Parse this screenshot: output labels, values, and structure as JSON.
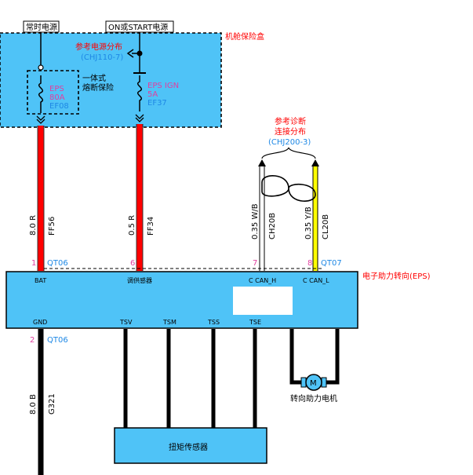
{
  "top_labels": {
    "constant_power": "常时电源",
    "on_start_power": "ON或START电源"
  },
  "fuse_box": {
    "title": "机舱保险盒",
    "ref_note": "参考电源分布",
    "ref_code": "(CHJ110-7)",
    "integrated_fuse_note_1": "一体式",
    "integrated_fuse_note_2": "熔断保险",
    "fuse1": {
      "name": "EPS",
      "rating": "80A",
      "id": "EF08"
    },
    "fuse2": {
      "name": "EPS IGN",
      "rating": "5A",
      "id": "EF37"
    }
  },
  "diag_ref": {
    "line1": "参考诊断",
    "line2": "连接分布",
    "code": "(CHJ200-3)"
  },
  "wires": {
    "w1": {
      "spec": "8.0 R",
      "code": "FF56"
    },
    "w2": {
      "spec": "0.5 R",
      "code": "FF34"
    },
    "w3": {
      "spec": "0.35 W/B",
      "code": "CH20B"
    },
    "w4": {
      "spec": "0.35 Y/B",
      "code": "CL20B"
    },
    "w5": {
      "spec": "8.0 B",
      "code": "G321"
    }
  },
  "connector_pins": {
    "p1": "1",
    "c1": "QT06",
    "p6": "6",
    "p7": "7",
    "p8": "8",
    "c8": "QT07",
    "p2": "2",
    "c2": "QT06"
  },
  "eps_module": {
    "title": "电子助力转向(EPS)",
    "pins": {
      "bat": "BAT",
      "ign": "调供感器",
      "can_h": "C CAN_H",
      "can_l": "C CAN_L",
      "gnd": "GND",
      "tsv": "TSV",
      "tsm": "TSM",
      "tss": "TSS",
      "tse": "TSE"
    }
  },
  "torque_sensor": "扭矩传感器",
  "motor": {
    "symbol": "M",
    "label": "转向助力电机"
  },
  "colors": {
    "panel_fill": "#4fc3f7",
    "wire_red": "#ff0000",
    "wire_yellow": "#ffff00",
    "wire_black": "#000000",
    "wire_white": "#ffffff",
    "text_red": "#ff0000",
    "text_magenta": "#e040a0",
    "text_blue": "#1e88e5"
  }
}
